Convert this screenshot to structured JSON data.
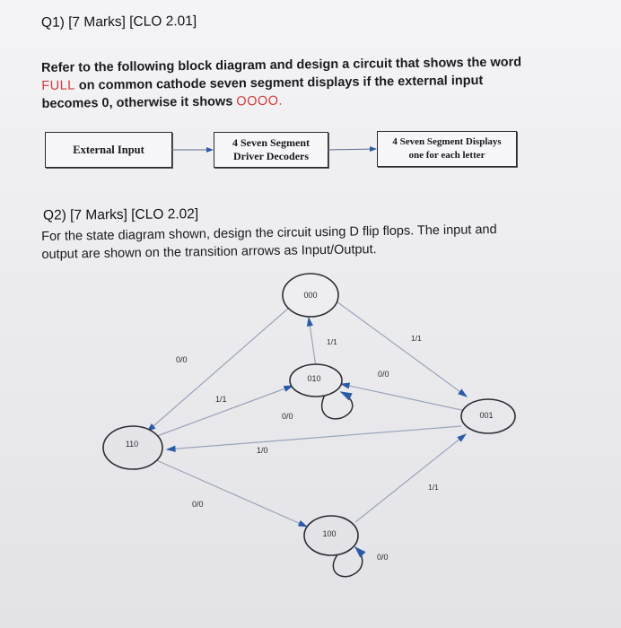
{
  "q1": {
    "heading": "Q1)   [7 Marks]   [CLO 2.01]",
    "text_part1": "Refer to the following block diagram and design a circuit that shows the word",
    "word_full": "FULL",
    "text_part2": "on common cathode seven segment displays if the external input",
    "text_part3": "becomes 0, otherwise it shows",
    "word_oooo": "OOOO.",
    "block_diagram": {
      "block1": "External Input",
      "block2_line1": "4 Seven Segment",
      "block2_line2": "Driver Decoders",
      "block3_line1": "4 Seven Segment Displays",
      "block3_line2": "one for each letter"
    }
  },
  "q2": {
    "heading": "Q2)   [7 Marks]   [CLO 2.02]",
    "text_line1": "For the state diagram shown, design the circuit using D flip flops. The input and",
    "text_line2": "output are shown on the transition arrows as Input/Output."
  },
  "state_diagram": {
    "states": [
      "000",
      "010",
      "001",
      "110",
      "100"
    ],
    "transitions": [
      {
        "from": "000",
        "to": "110",
        "label": "0/0"
      },
      {
        "from": "000",
        "to": "001",
        "label": "1/1"
      },
      {
        "from": "010",
        "to": "000",
        "label": "1/1"
      },
      {
        "from": "010",
        "to": "010",
        "label": "0/0"
      },
      {
        "from": "001",
        "to": "010",
        "label": "0/0"
      },
      {
        "from": "110",
        "to": "010",
        "label": "1/1"
      },
      {
        "from": "001",
        "to": "110",
        "label": "1/0"
      },
      {
        "from": "110",
        "to": "100",
        "label": "0/0"
      },
      {
        "from": "100",
        "to": "001",
        "label": "1/1"
      },
      {
        "from": "100",
        "to": "100",
        "label": "0/0"
      }
    ]
  }
}
